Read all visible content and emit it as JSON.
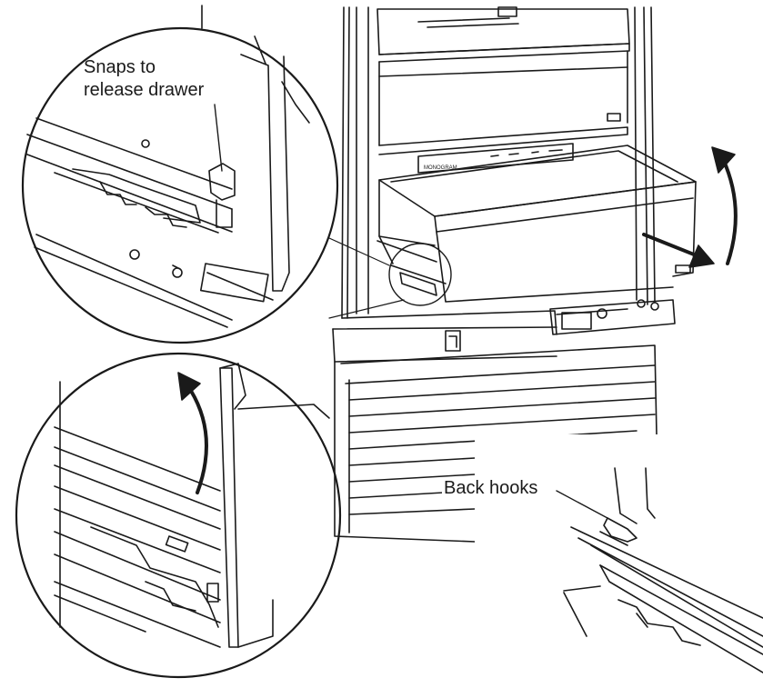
{
  "labels": {
    "snaps_line1": "Snaps to",
    "snaps_line2": "release drawer",
    "back_hooks": "Back hooks"
  }
}
